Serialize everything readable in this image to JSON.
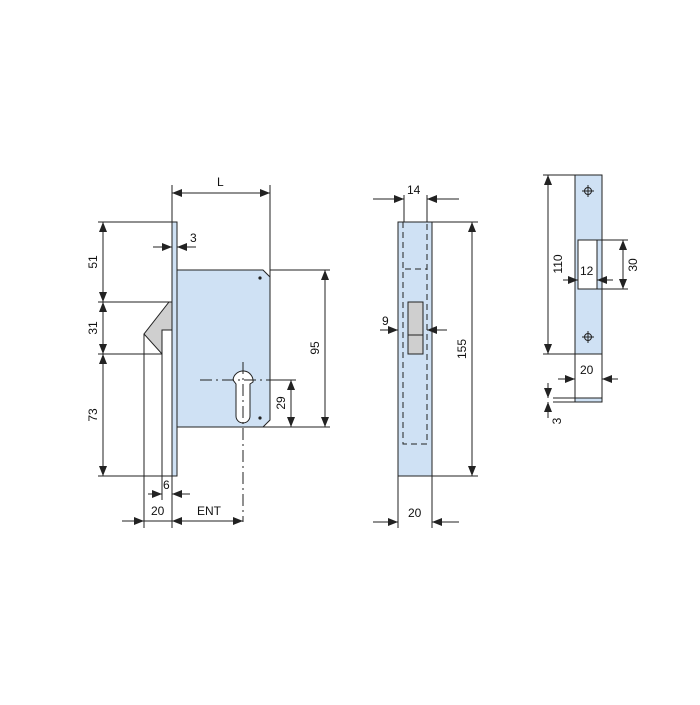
{
  "front_view": {
    "labels": {
      "L": "L",
      "faceplate_thickness": "3",
      "top": "51",
      "hook": "31",
      "bottom": "73",
      "body_height": "95",
      "cylinder_height": "29",
      "hook_offset": "6",
      "width": "20",
      "backset": "ENT"
    }
  },
  "side_view": {
    "labels": {
      "inner_width": "14",
      "bolt": "9",
      "height": "155",
      "width": "20"
    }
  },
  "strike_plate": {
    "labels": {
      "height": "110",
      "window_width": "12",
      "window_height": "30",
      "width": "20",
      "thickness": "3"
    }
  },
  "colors": {
    "fill": "#cfe1f4",
    "bolt": "#cfcfcf"
  }
}
